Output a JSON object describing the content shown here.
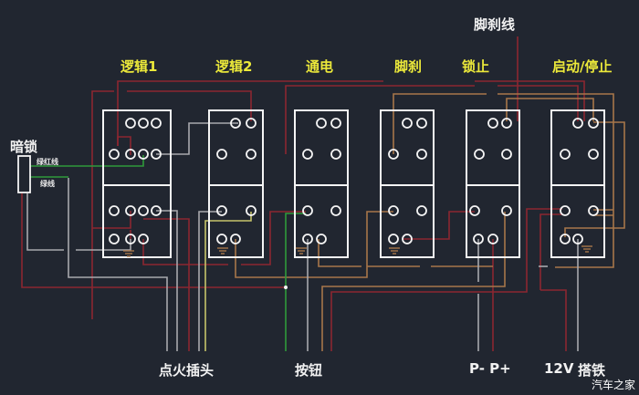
{
  "modules": [
    {
      "id": "logic1",
      "label": "逻辑1"
    },
    {
      "id": "logic2",
      "label": "逻辑2"
    },
    {
      "id": "power",
      "label": "通电"
    },
    {
      "id": "brake",
      "label": "脚刹"
    },
    {
      "id": "lock",
      "label": "锁止"
    },
    {
      "id": "startstop",
      "label": "启动/停止"
    }
  ],
  "left_labels": {
    "hidden_lock": "暗锁",
    "green_red_wire": "绿红线",
    "green_wire": "绿线"
  },
  "top_labels": {
    "brake_wire": "脚刹线"
  },
  "bottom_labels": {
    "ignition_plug": "点火插头",
    "button": "按钮",
    "p_minus_p_plus": "P- P+",
    "v12": "12V",
    "ground": "搭铁"
  },
  "watermark": "汽车之家",
  "colors": {
    "background": "#212630",
    "module_outline": "#f5f5f5",
    "title_yellow": "#ece93a",
    "wire_red": "#8c2630",
    "wire_brown": "#a7764a",
    "wire_gray": "#a8a8ad",
    "wire_green": "#2f9a3a",
    "wire_yellow": "#c6c36a"
  }
}
